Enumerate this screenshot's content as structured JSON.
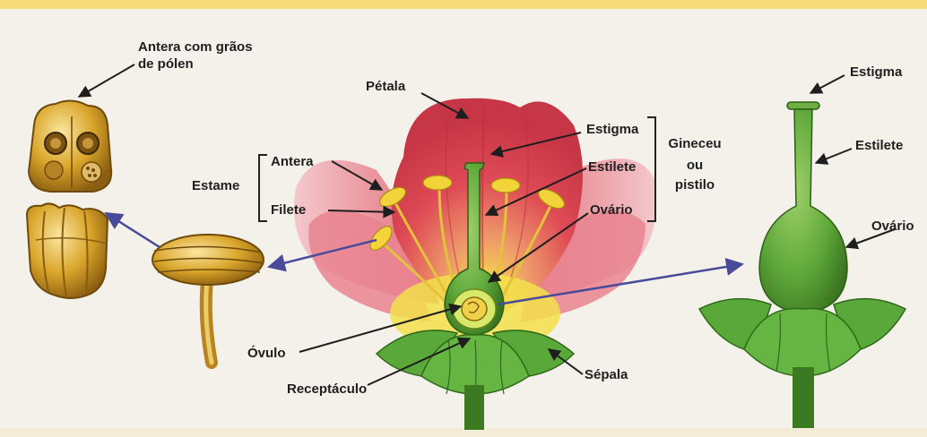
{
  "labels": {
    "antera_com_graos": "Antera com grãos",
    "de_polen": "de pólen",
    "petala": "Pétala",
    "estame": "Estame",
    "antera": "Antera",
    "filete": "Filete",
    "estigma_flower": "Estigma",
    "estilete_flower": "Estilete",
    "ovario_flower": "Ovário",
    "gineceu": "Gineceu",
    "ou": "ou",
    "pistilo": "pistilo",
    "ovulo": "Óvulo",
    "receptaculo": "Receptáculo",
    "sepala": "Sépala",
    "estigma_right": "Estigma",
    "estilete_right": "Estilete",
    "ovario_right": "Ovário"
  },
  "colors": {
    "background": "#f3f1ea",
    "petal_red": "#d8424e",
    "petal_pink": "#e9808a",
    "gold_anther": "#d9a52a",
    "yellow_anther": "#f2d43a",
    "pistil_green": "#5ea83a",
    "leaf_green": "#4f9a33",
    "arrow_purple": "#5a5aa6"
  }
}
